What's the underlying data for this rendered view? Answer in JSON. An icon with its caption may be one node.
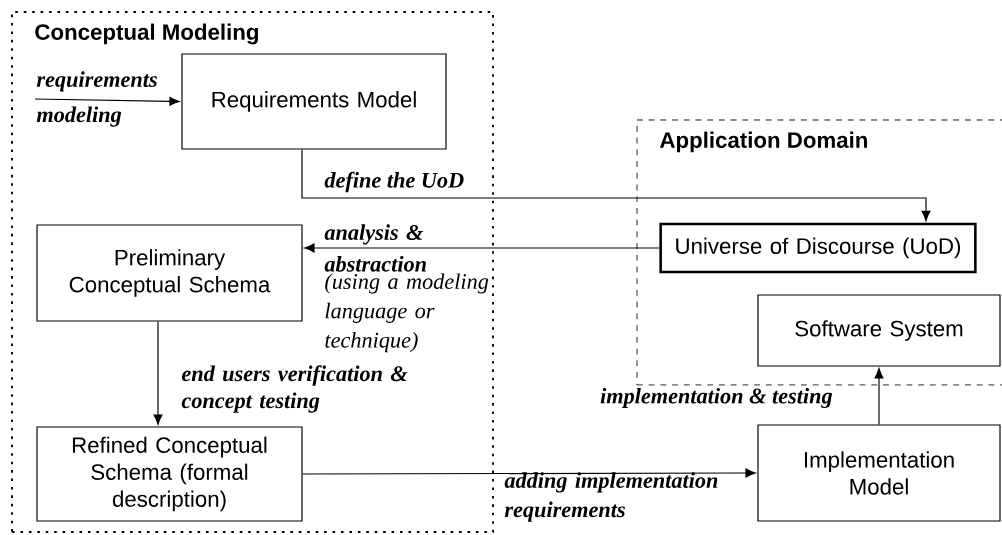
{
  "diagram": {
    "nodes": [
      {
        "text": [
          "Conceptual Modeling"
        ]
      },
      {
        "text": [
          "Requirements Model"
        ],
        "in": 0
      },
      {
        "text": [
          "Preliminary Conceptual Schema"
        ],
        "in": 0
      },
      {
        "text": [
          "Refined Conceptual Schema (formal description)"
        ],
        "in": 0
      },
      {
        "text": [
          "Application Domain"
        ]
      },
      {
        "text": [
          "Universe of Discourse (UoD)"
        ],
        "in": 4
      },
      {
        "text": [
          "Software System"
        ],
        "in": 4
      },
      {
        "text": [
          "Implementation Model"
        ]
      }
    ],
    "edges": [
      {
        "from": null,
        "to": 1,
        "arrow": "to",
        "label": "requirements modeling"
      },
      {
        "from": 1,
        "to": 5,
        "arrow": "to",
        "label": "define the UoD"
      },
      {
        "from": 5,
        "to": 2,
        "arrow": "to",
        "label": "analysis & abstraction"
      },
      {
        "from": 2,
        "to": 3,
        "arrow": "to",
        "label": "end users verification & concept testing"
      },
      {
        "from": 3,
        "to": 7,
        "arrow": "to",
        "label": "adding implementation requirements"
      },
      {
        "from": 7,
        "to": 6,
        "arrow": "to",
        "label": "implementation & testing"
      }
    ],
    "labels": [
      "(using a modeling language or technique)"
    ]
  }
}
